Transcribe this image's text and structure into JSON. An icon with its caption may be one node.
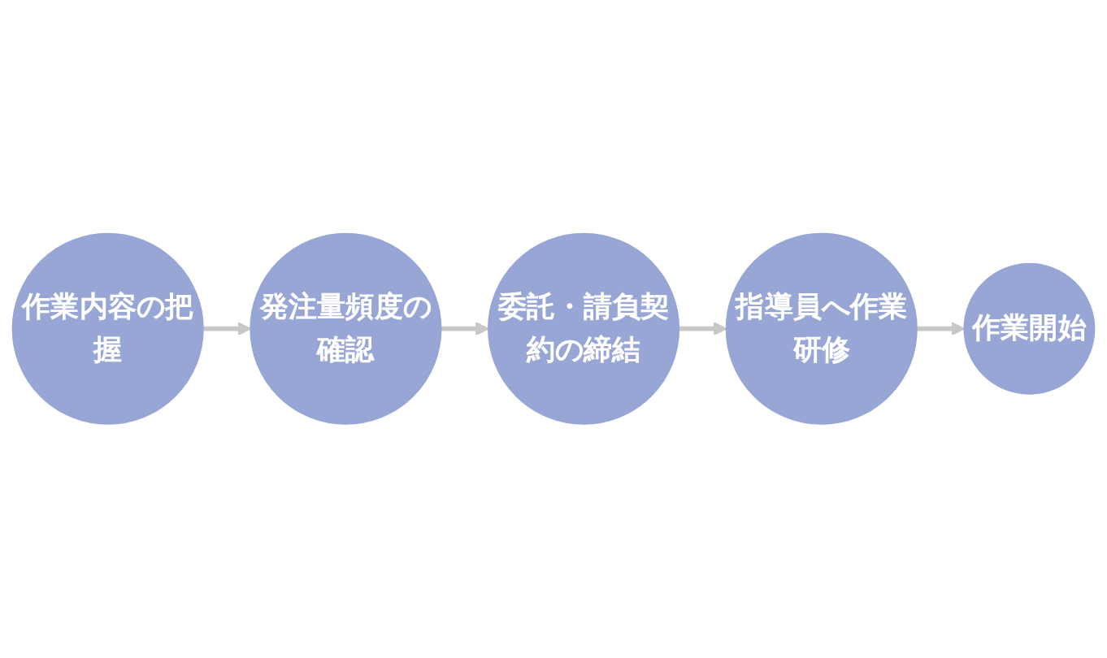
{
  "diagram": {
    "nodes": [
      {
        "text": [
          "作業内容の把握"
        ]
      },
      {
        "text": [
          "発注量頻度の確認"
        ]
      },
      {
        "text": [
          "委託・請負契約の締結"
        ]
      },
      {
        "text": [
          "指導員へ作業研修"
        ]
      },
      {
        "text": [
          "作業開始"
        ]
      }
    ],
    "edges": [
      {
        "from": 0,
        "to": 1,
        "arrow": "to"
      },
      {
        "from": 1,
        "to": 2,
        "arrow": "to"
      },
      {
        "from": 2,
        "to": 3,
        "arrow": "to"
      },
      {
        "from": 3,
        "to": 4,
        "arrow": "to"
      }
    ]
  }
}
